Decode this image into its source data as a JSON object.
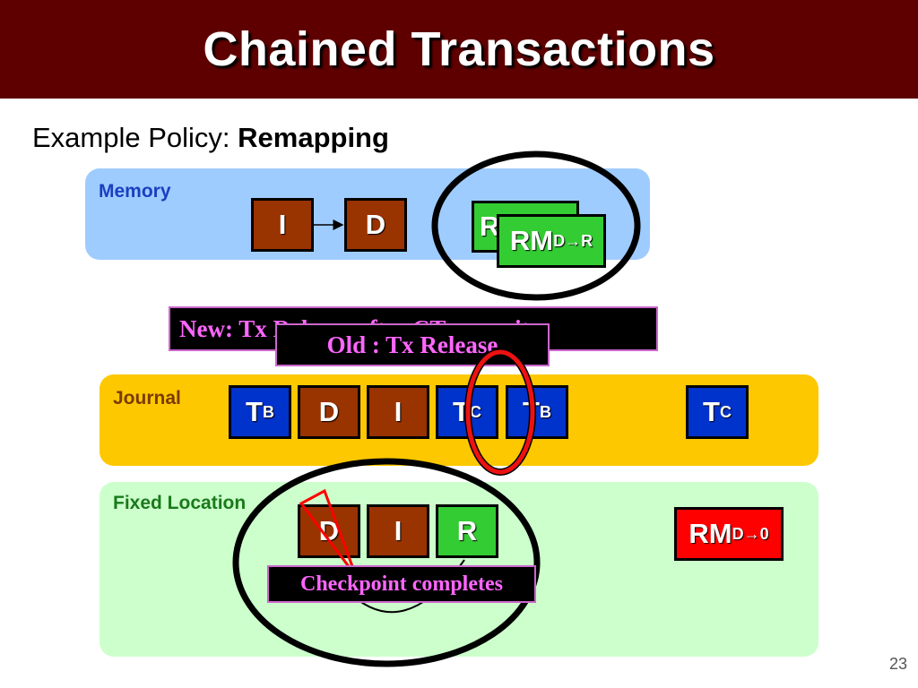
{
  "header": {
    "title": "Chained Transactions"
  },
  "policy": {
    "prefix": "Example Policy: ",
    "name": "Remapping"
  },
  "memory": {
    "label": "Memory",
    "blocks": [
      "I",
      "D"
    ],
    "rm_back": "R",
    "rm_front": {
      "text": "RM",
      "sub": "D→R"
    }
  },
  "notes": {
    "new_commit": "New: Tx Release after CT commits",
    "old_release": "Old : Tx Release",
    "checkpoint": "Checkpoint completes"
  },
  "journal": {
    "label": "Journal",
    "blocks": [
      {
        "text": "T",
        "sub": "B"
      },
      {
        "text": "D",
        "sub": ""
      },
      {
        "text": "I",
        "sub": ""
      },
      {
        "text": "T",
        "sub": "C"
      },
      {
        "text": "T",
        "sub": "B"
      },
      {
        "text": "T",
        "sub": "C"
      }
    ]
  },
  "fixed": {
    "label": "Fixed Location",
    "blocks": [
      "D",
      "I",
      "R"
    ],
    "rm": {
      "text": "RM",
      "sub": "D→0"
    }
  },
  "page_number": "23",
  "colors": {
    "title_bar": "#5e0000",
    "memory_bg": "#9fccff",
    "journal_bg": "#fdc800",
    "fixed_bg": "#ccffcc",
    "data_block": "#993300",
    "tx_block": "#0033cc",
    "remap_block": "#33cc33",
    "rm_fixed_block": "#ff0000",
    "note_text": "#ff66ff"
  }
}
